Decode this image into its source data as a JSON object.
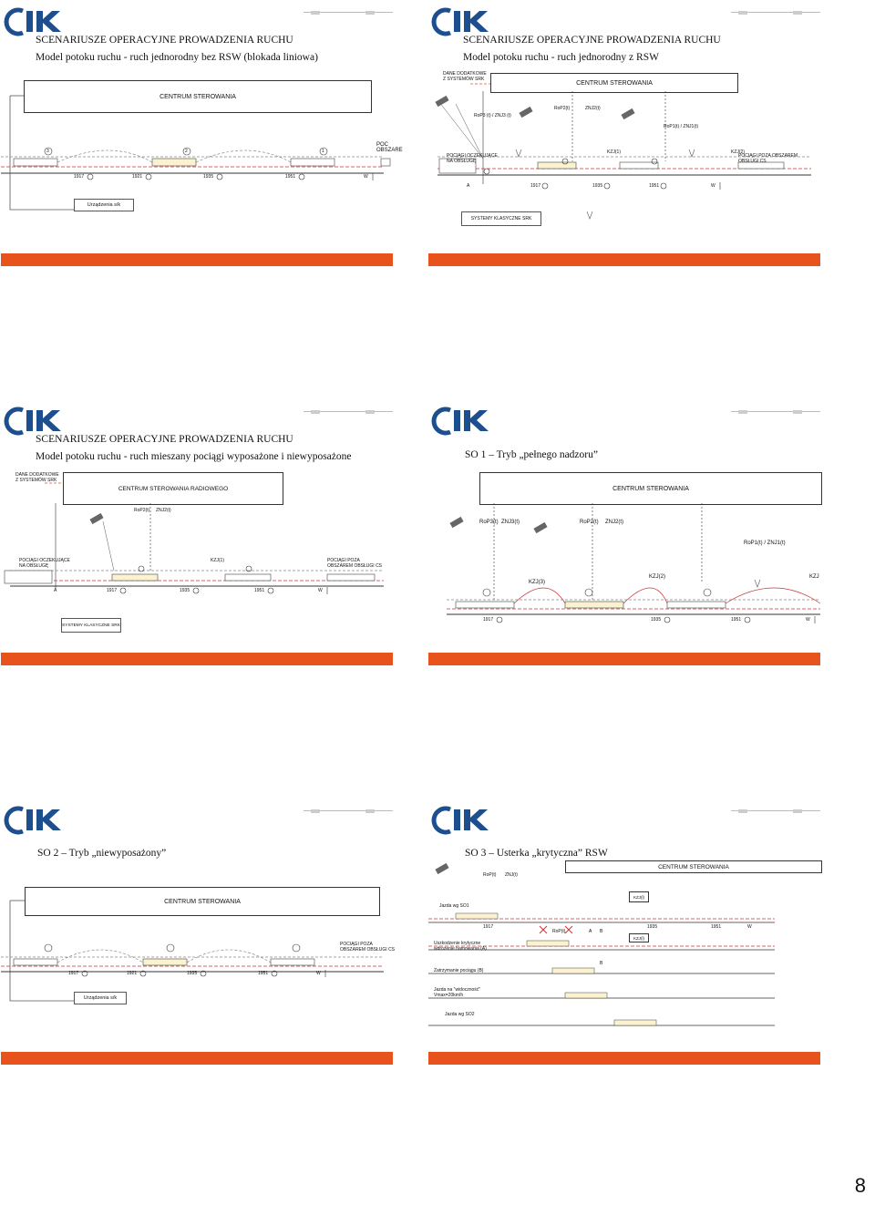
{
  "page_number": "8",
  "colors": {
    "accent": "#e8531d",
    "logo_blue": "#1d4f8f"
  },
  "slide1": {
    "title1": "SCENARIUSZE OPERACYJNE PROWADZENIA RUCHU",
    "title2": "Model potoku ruchu  - ruch jednorodny bez RSW (blokada liniowa)",
    "center": "CENTRUM STEROWANIA",
    "device": "Urządzenia s/k",
    "cutoff": "POC OBSZARE",
    "signals": [
      "1917",
      "1921",
      "1935",
      "1951",
      "W"
    ],
    "trains": [
      "3",
      "2",
      "1"
    ]
  },
  "slide2": {
    "title1": "SCENARIUSZE OPERACYJNE PROWADZENIA RUCHU",
    "title2": "Model potoku ruchu  - ruch jednorodny z RSW",
    "extra": "DANE DODATKOWE Z SYSTEMÓW SRK",
    "center": "CENTRUM STEROWANIA",
    "labels": [
      "RoP3 (t) / ZNJ3 (t)",
      "RoP2(t)",
      "ZNJ2(t)",
      "RoP1(t) / ZNJ1(t)",
      "KZJ(1)",
      "KZJ(2)"
    ],
    "waiting": "POCIĄGI OCZEKUJĄCE NA OBSŁUGĘ",
    "outside": "POCIĄGI POZA OBSZAREM OBSŁUGI CS",
    "signals": [
      "A",
      "1917",
      "1935",
      "1951",
      "W"
    ],
    "classic": "SYSTEMY KLASYCZNE SRK"
  },
  "slide3": {
    "title1": "SCENARIUSZE OPERACYJNE PROWADZENIA RUCHU",
    "title2": "Model potoku ruchu  - ruch mieszany  pociągi wyposażone i niewyposażone",
    "extra": "DANE DODATKOWE Z SYSTEMÓW SRK",
    "center": "CENTRUM STEROWANIA  RADIOWEGO",
    "labels": [
      "RoP2(t)",
      "ZNJ2(t)",
      "KZJ(1)"
    ],
    "waiting": "POCIĄGI OCZEKUJĄCE NA OBSŁUGĘ",
    "outside": "POCIĄGI POZA OBSZAREM OBSŁUGI CS",
    "signals": [
      "A",
      "1917",
      "1935",
      "1951",
      "W"
    ],
    "classic": "SYSTEMY KLASYCZNE SRK"
  },
  "slide4": {
    "title": "SO 1 – Tryb „pełnego nadzoru”",
    "center": "CENTRUM STEROWANIA",
    "labels": [
      "RoP3(t)",
      "ZNJ3(t)",
      "RoP2(t)",
      "ZNJ2(t)",
      "RoP1(t) / ZNJ1(t)",
      "KZJ(3)",
      "KZJ(2)",
      "KZJ"
    ],
    "signals": [
      "1917",
      "1935",
      "1951",
      "W"
    ]
  },
  "slide5": {
    "title": "SO 2 – Tryb „niewyposażony”",
    "center": "CENTRUM STEROWANIA",
    "outside": "POCIĄGI POZA OBSZAREM OBSŁUGI CS",
    "device": "Urządzenia s/k",
    "signals": [
      "1917",
      "1921",
      "1935",
      "1951",
      "W"
    ]
  },
  "slide6": {
    "title": "SO 3 – Usterka „krytyczna” RSW",
    "center": "CENTRUM STEROWANIA",
    "labels": [
      "RoP(t)",
      "ZNJ(t)",
      "KZJ(l)",
      "RoP(t)",
      "A",
      "B",
      "KZJ(l)",
      "B"
    ],
    "rows": [
      "Jazda wg SO1",
      "Uszkodzenie krytyczne wdrożenie hamowania (A)",
      "Zatrzymanie pociągu (B)",
      "Jazda na \"widoczność\" Vmax=20km/h",
      "Jazda wg SO2"
    ],
    "signals": [
      "1917",
      "1935",
      "1951",
      "W"
    ]
  }
}
